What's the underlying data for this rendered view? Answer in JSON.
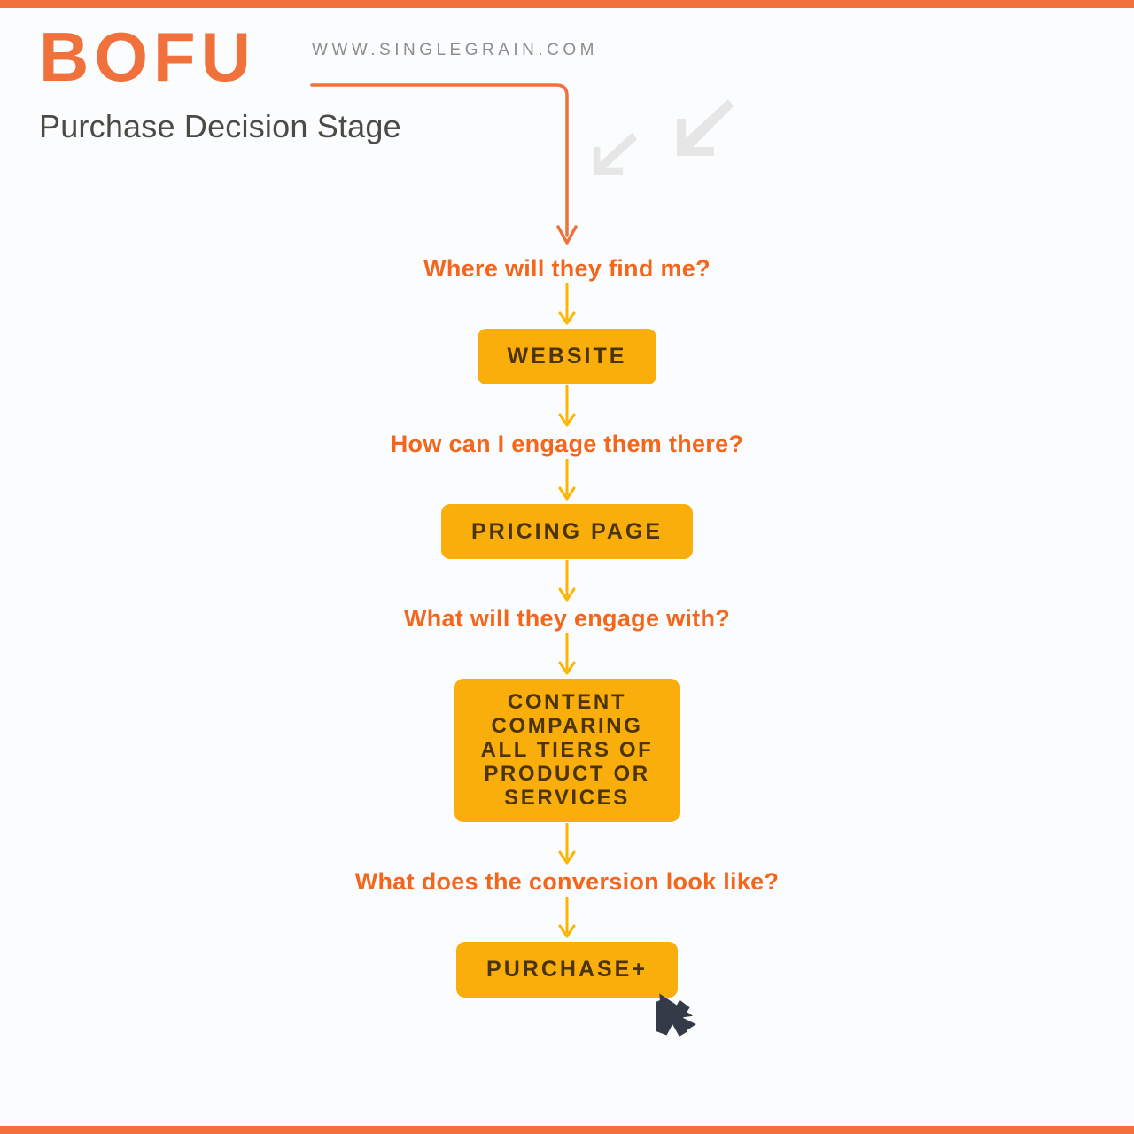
{
  "brand": {
    "logo": "BOFU",
    "subtitle": "Purchase Decision Stage",
    "url": "WWW.SINGLEGRAIN.COM",
    "accent_orange": "#F1713C",
    "question_orange": "#F4661B",
    "node_amber": "#F9AE0B",
    "node_text": "#4A3408",
    "subtitle_gray": "#4D4A45",
    "url_gray": "#8D8D8D",
    "deco_gray": "#E6E6E6",
    "cursor_dark": "#323B47",
    "background": "#FBFCFD"
  },
  "flow": {
    "steps": [
      {
        "type": "question",
        "text": "Where will they find me?"
      },
      {
        "type": "node",
        "lines": [
          "WEBSITE"
        ]
      },
      {
        "type": "question",
        "text": "How can I engage them there?"
      },
      {
        "type": "node",
        "lines": [
          "PRICING PAGE"
        ]
      },
      {
        "type": "question",
        "text": "What will they engage with?"
      },
      {
        "type": "node",
        "lines": [
          "CONTENT",
          "COMPARING",
          "ALL TIERS OF",
          "PRODUCT OR",
          "SERVICES"
        ]
      },
      {
        "type": "question",
        "text": "What does the conversion look like?"
      },
      {
        "type": "node",
        "lines": [
          "PURCHASE+"
        ],
        "has_cursor": true
      }
    ]
  },
  "decorations": {
    "arrow_down_left_1": "arrow-down-left-icon",
    "arrow_down_left_2": "arrow-down-left-icon",
    "header_elbow": "elbow-connector-arrow",
    "cursor": "mouse-cursor-icon"
  }
}
